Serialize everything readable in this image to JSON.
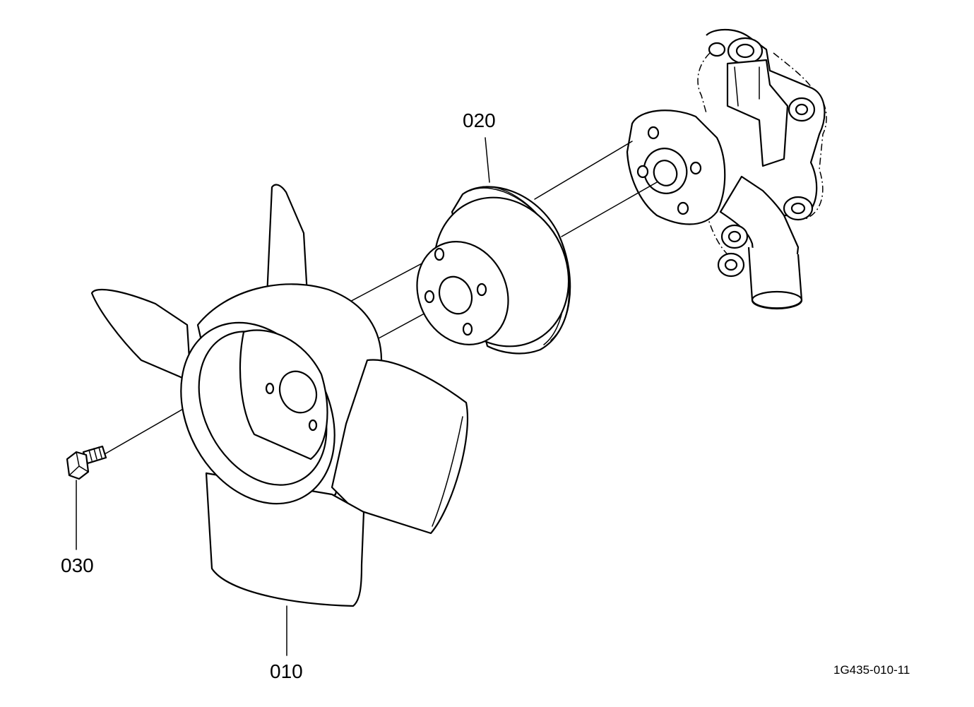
{
  "callouts": {
    "fan": "010",
    "pulley": "020",
    "bolt": "030"
  },
  "drawing_code": "1G435-010-11",
  "colors": {
    "ink": "#000000",
    "paper": "#ffffff"
  }
}
